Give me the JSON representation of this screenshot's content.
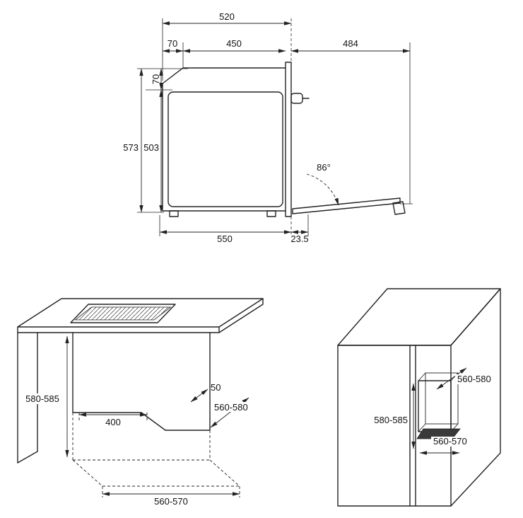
{
  "oven_side_view": {
    "depth_top": "520",
    "setback_top": "70",
    "depth_inner": "450",
    "door_reach": "484",
    "setback_side": "70",
    "height_total": "573",
    "height_cavity": "503",
    "door_angle": "86°",
    "depth_body": "550",
    "door_protrusion": "23.5"
  },
  "undercounter_install": {
    "niche_height": "580-585",
    "rear_gap": "50",
    "vent_width": "400",
    "niche_depth": "560-580",
    "niche_width": "560-570"
  },
  "column_install": {
    "niche_depth": "560-580",
    "niche_height": "580-585",
    "niche_width": "560-570"
  }
}
